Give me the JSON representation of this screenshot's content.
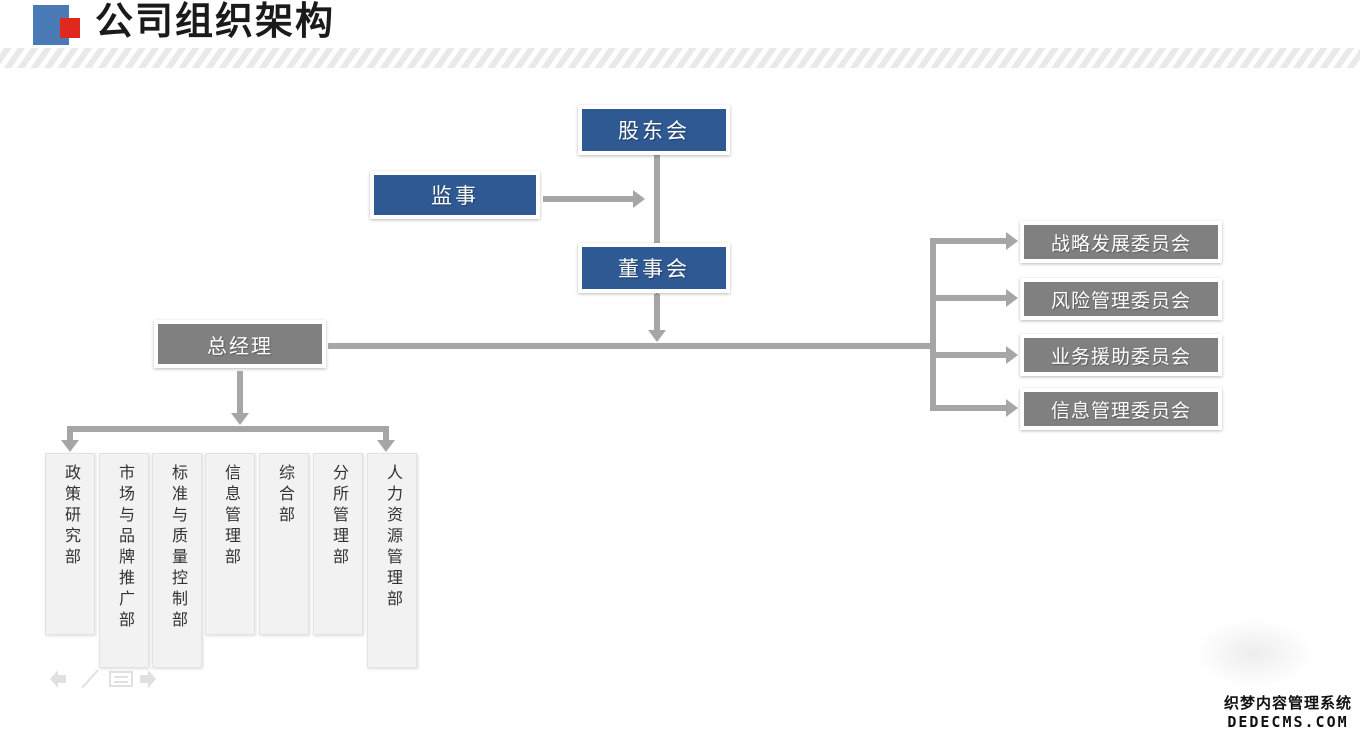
{
  "header": {
    "title": "公司组织架构",
    "logo_blue_color": "#4a7ab5",
    "logo_red_color": "#e0281e"
  },
  "colors": {
    "blue_node": "#2f5992",
    "gray_node": "#808080",
    "dept_node": "#f2f2f2",
    "connector": "#a6a6a6"
  },
  "chart_data": {
    "type": "diagram",
    "title": "公司组织架构",
    "nodes": [
      {
        "id": "shareholders",
        "label": "股东会",
        "style": "blue"
      },
      {
        "id": "supervisor",
        "label": "监事",
        "style": "blue"
      },
      {
        "id": "board",
        "label": "董事会",
        "style": "blue"
      },
      {
        "id": "general-manager",
        "label": "总经理",
        "style": "gray"
      },
      {
        "id": "committee-strategy",
        "label": "战略发展委员会",
        "style": "gray"
      },
      {
        "id": "committee-risk",
        "label": "风险管理委员会",
        "style": "gray"
      },
      {
        "id": "committee-business",
        "label": "业务援助委员会",
        "style": "gray"
      },
      {
        "id": "committee-info",
        "label": "信息管理委员会",
        "style": "gray"
      },
      {
        "id": "dept-policy",
        "label": "政策研究部",
        "style": "dept"
      },
      {
        "id": "dept-marketing",
        "label": "市场与品牌推广部",
        "style": "dept"
      },
      {
        "id": "dept-quality",
        "label": "标准与质量控制部",
        "style": "dept"
      },
      {
        "id": "dept-it",
        "label": "信息管理部",
        "style": "dept"
      },
      {
        "id": "dept-general",
        "label": "综合部",
        "style": "dept"
      },
      {
        "id": "dept-branch",
        "label": "分所管理部",
        "style": "dept"
      },
      {
        "id": "dept-hr",
        "label": "人力资源管理部",
        "style": "dept"
      }
    ],
    "edges": [
      {
        "from": "shareholders",
        "to": "board"
      },
      {
        "from": "supervisor",
        "to": "board"
      },
      {
        "from": "board",
        "to": "general-manager"
      },
      {
        "from": "general-manager",
        "to": "committee-strategy"
      },
      {
        "from": "general-manager",
        "to": "committee-risk"
      },
      {
        "from": "general-manager",
        "to": "committee-business"
      },
      {
        "from": "general-manager",
        "to": "committee-info"
      },
      {
        "from": "general-manager",
        "to": "dept-policy"
      },
      {
        "from": "general-manager",
        "to": "dept-marketing"
      },
      {
        "from": "general-manager",
        "to": "dept-quality"
      },
      {
        "from": "general-manager",
        "to": "dept-it"
      },
      {
        "from": "general-manager",
        "to": "dept-general"
      },
      {
        "from": "general-manager",
        "to": "dept-branch"
      },
      {
        "from": "general-manager",
        "to": "dept-hr"
      }
    ]
  },
  "top": {
    "shareholders": "股东会",
    "supervisor": "监事",
    "board": "董事会",
    "general_manager": "总经理"
  },
  "committees": [
    {
      "label": "战略发展委员会"
    },
    {
      "label": "风险管理委员会"
    },
    {
      "label": "业务援助委员会"
    },
    {
      "label": "信息管理委员会"
    }
  ],
  "departments": [
    {
      "label": "政策研究部"
    },
    {
      "label": "市场与品牌推广部"
    },
    {
      "label": "标准与质量控制部"
    },
    {
      "label": "信息管理部"
    },
    {
      "label": "综合部"
    },
    {
      "label": "分所管理部"
    },
    {
      "label": "人力资源管理部"
    }
  ],
  "nav_icons": [
    {
      "name": "arrow-left-icon"
    },
    {
      "name": "pen-slash-icon"
    },
    {
      "name": "menu-lines-icon"
    },
    {
      "name": "arrow-right-icon"
    }
  ],
  "watermark": {
    "cn": "织梦内容管理系统",
    "en": "DEDECMS.COM"
  }
}
